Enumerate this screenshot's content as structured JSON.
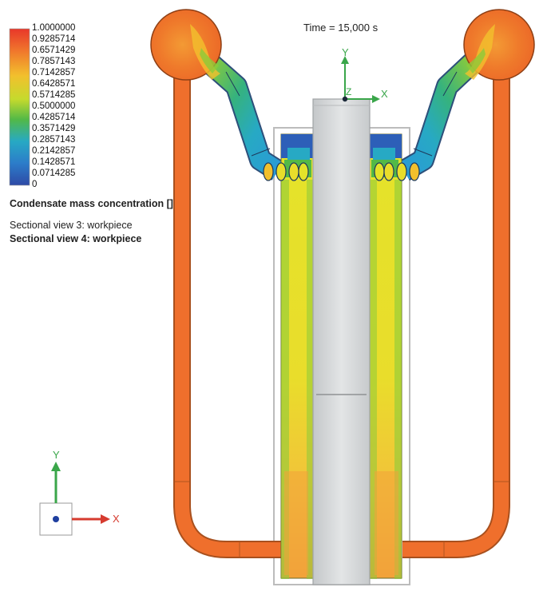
{
  "time_label": "Time = 15,000 s",
  "legend": {
    "quantity": "Condensate mass concentration []",
    "ticks": [
      "1.0000000",
      "0.9285714",
      "0.6571429",
      "0.7857143",
      "0.7142857",
      "0.6428571",
      "0.5714285",
      "0.5000000",
      "0.4285714",
      "0.3571429",
      "0.2857143",
      "0.2142857",
      "0.1428571",
      "0.0714285",
      "0"
    ],
    "colors": [
      "#e8372a",
      "#ef5a2b",
      "#f0762c",
      "#f2a23a",
      "#f2c02d",
      "#e9dd2b",
      "#c5da2d",
      "#8ccb3a",
      "#52b947",
      "#35b27e",
      "#27a9c4",
      "#2a9ad6",
      "#2c7cc9",
      "#2d5fb8",
      "#2e4aa6"
    ]
  },
  "sectional_views": [
    "Sectional view 3: workpiece",
    "Sectional view 4: workpiece"
  ],
  "axes": {
    "x": "X",
    "y": "Y",
    "z": "Z"
  },
  "colors": {
    "pipe": "#ef6f2c",
    "sphere": "#ef7a2b",
    "condensate_high": "#e7e62a",
    "workpiece": "#d7d9da"
  }
}
